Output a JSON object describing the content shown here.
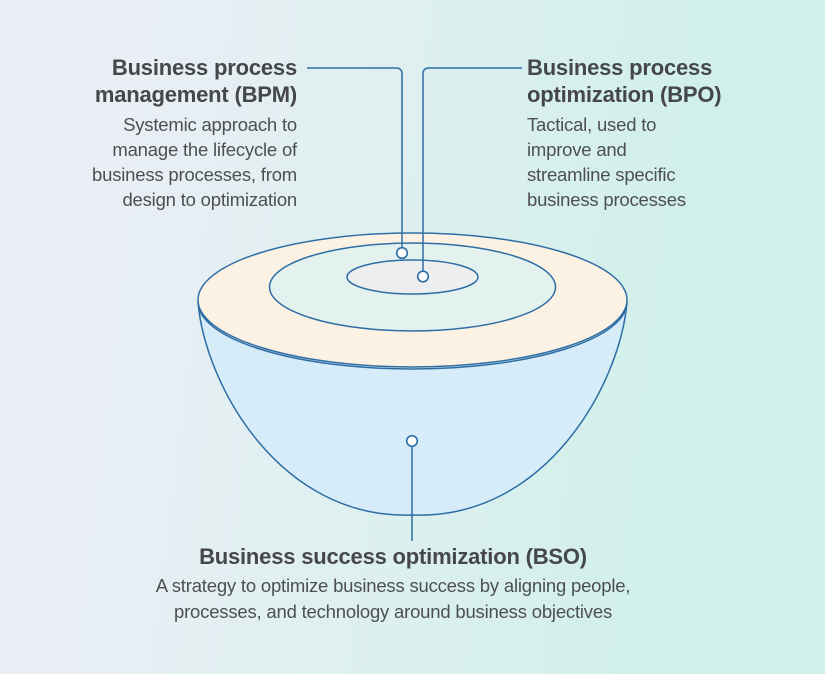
{
  "background": {
    "gradient_left": "#E9EFF5",
    "gradient_right": "#D2F0EA"
  },
  "colors": {
    "stroke": "#2F6EA5",
    "rim_fill": "#FCF2E4",
    "middle_fill": "#E3F2EF",
    "inner_fill": "#ECEEF0",
    "bowl_fill": "#D6EDF9",
    "marker_fill": "#FFFFFF",
    "title_text": "#45474D",
    "body_text": "#4D4F55"
  },
  "labels": {
    "bpm": {
      "title_line1": "Business process",
      "title_line2": "management (BPM)",
      "desc_lines": [
        "Systemic approach to",
        "manage the lifecycle of",
        "business processes, from",
        "design to optimization"
      ]
    },
    "bpo": {
      "title_line1": "Business process",
      "title_line2": "optimization (BPO)",
      "desc_lines": [
        "Tactical, used to",
        "improve and",
        "streamline specific",
        "business processes"
      ]
    },
    "bso": {
      "title": "Business success optimization (BSO)",
      "desc_lines": [
        "A strategy to optimize business success by aligning people,",
        "processes, and technology around business objectives"
      ]
    }
  }
}
